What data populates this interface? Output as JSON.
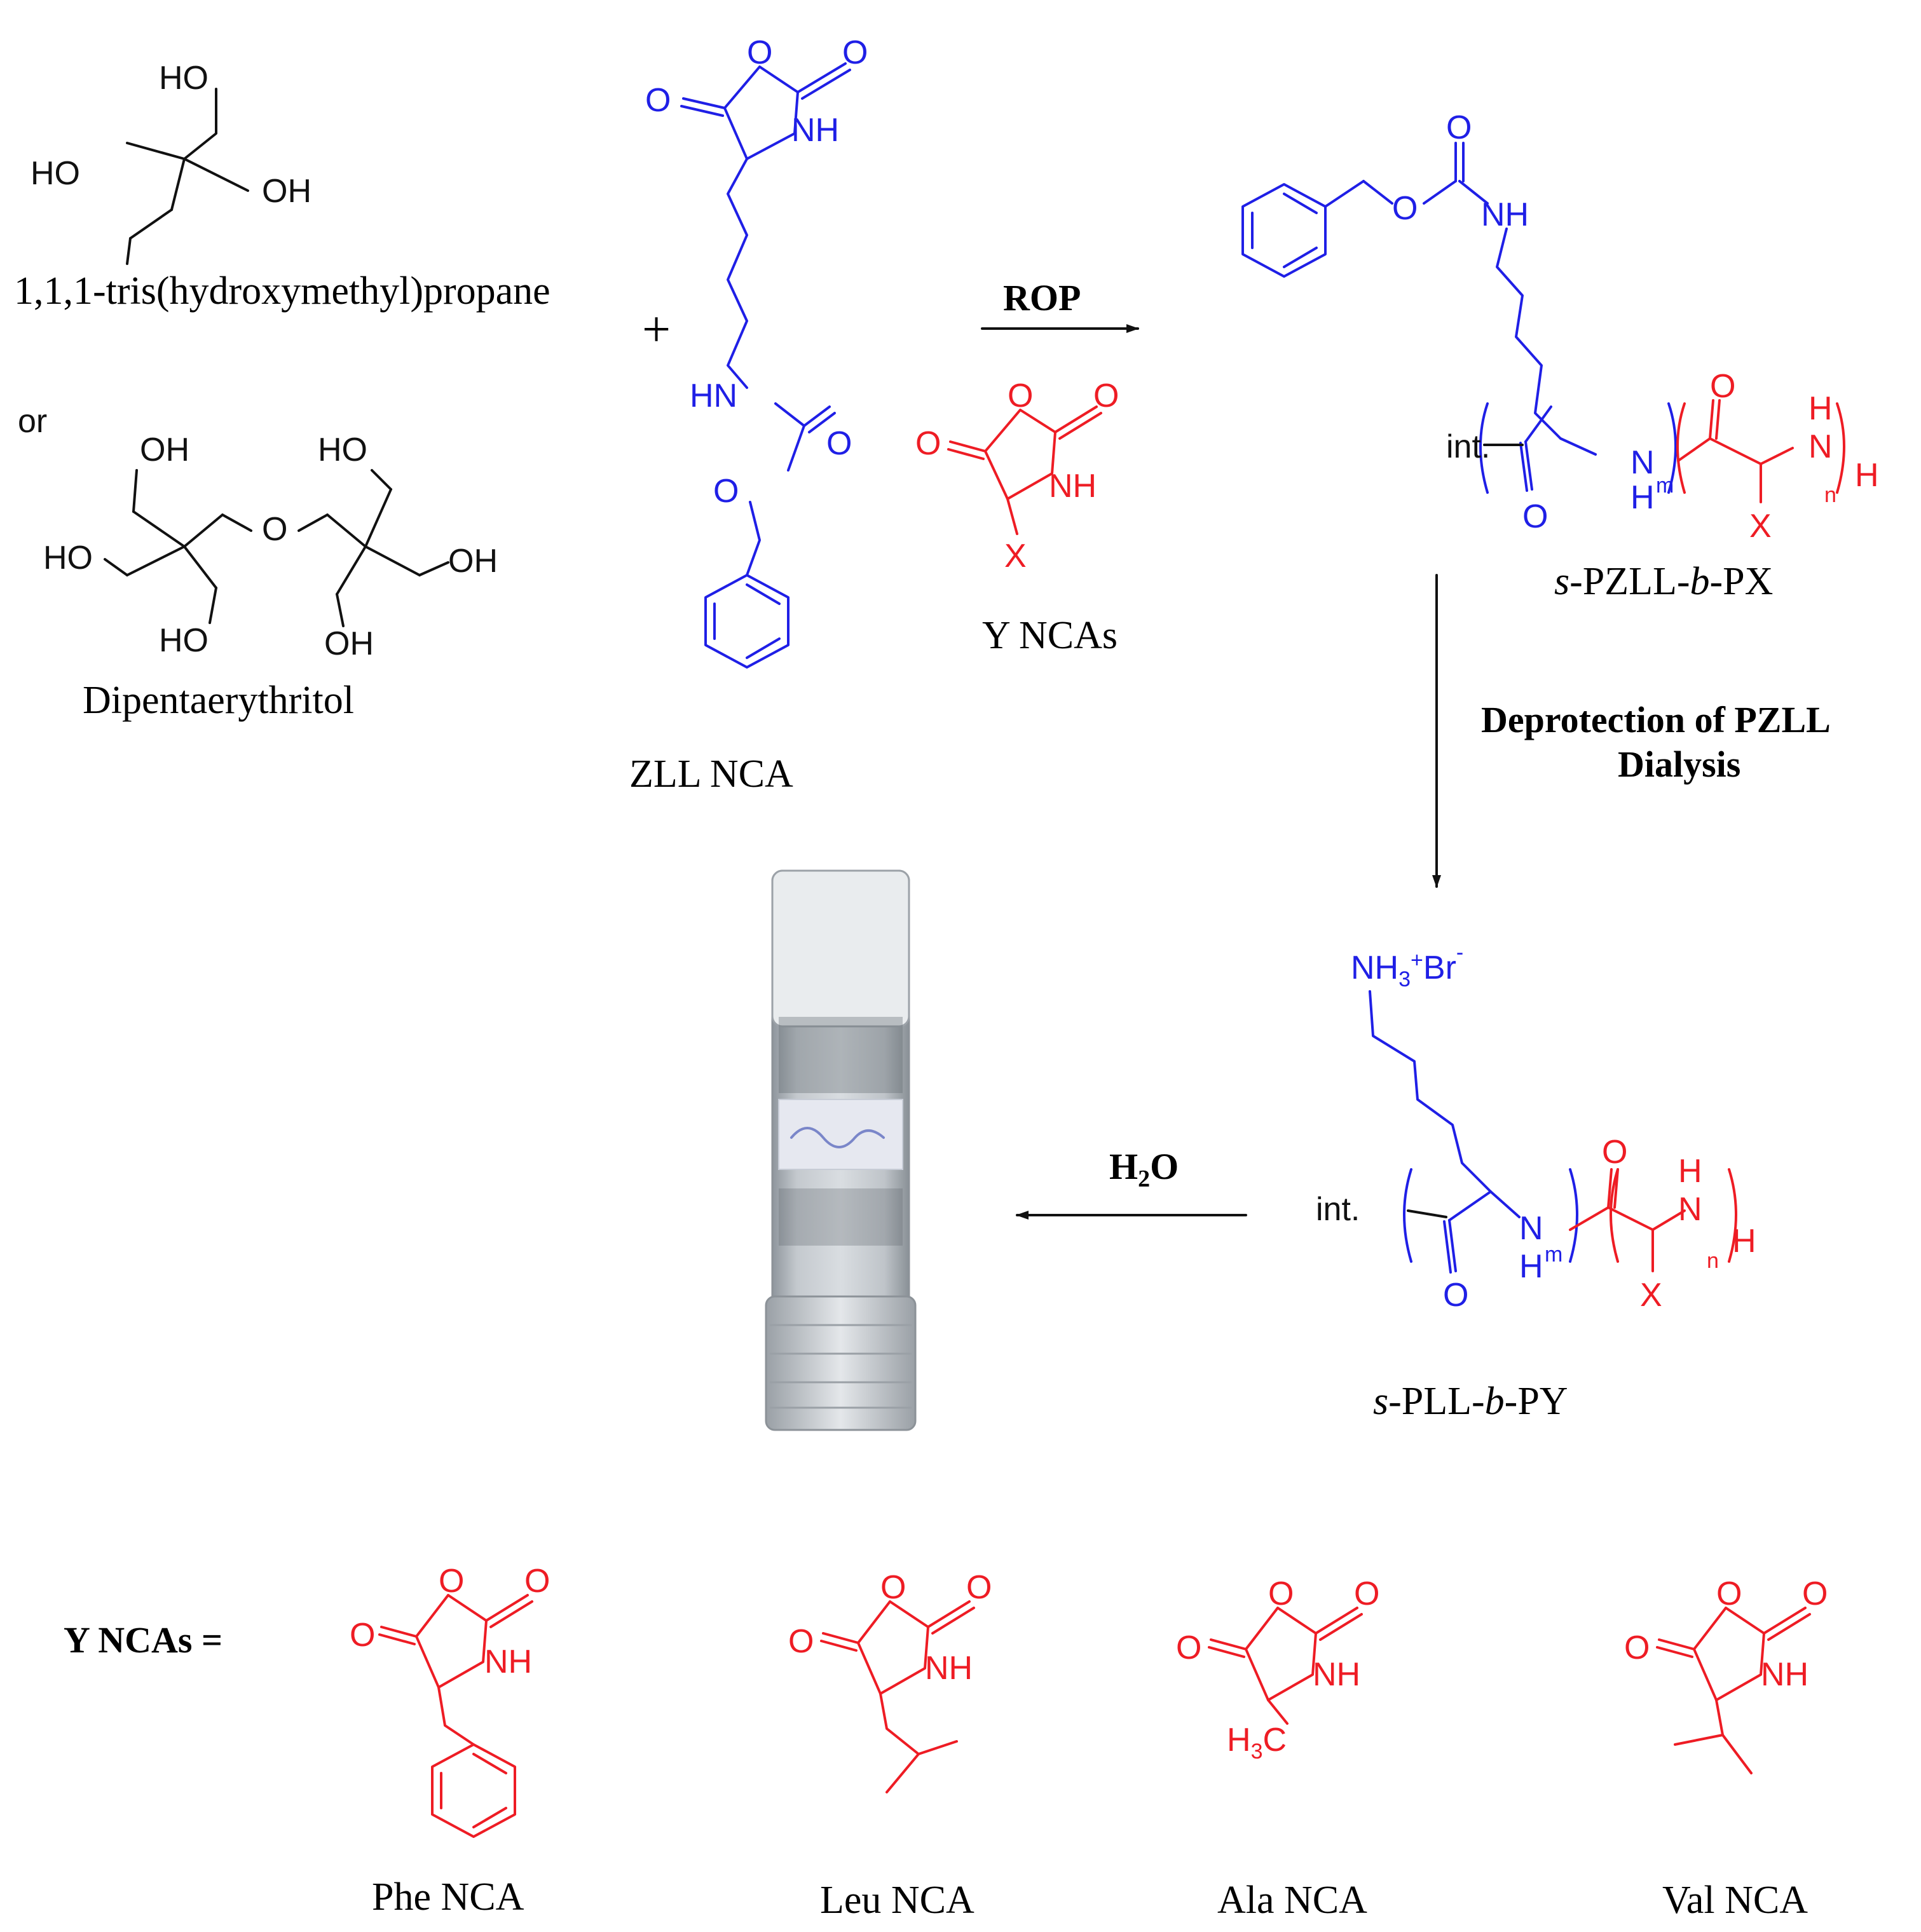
{
  "reagents": {
    "initiator_1_name": "1,1,1-tris(hydroxymethyl)propane",
    "or_label": "or",
    "initiator_2_name": "Dipentaerythritol",
    "plus_sign": "+",
    "zll_nca_name": "ZLL NCA",
    "y_ncas_name": "Y NCAs"
  },
  "atoms": {
    "ho": "HO",
    "oh": "OH",
    "o": "O",
    "nh": "NH",
    "hn": "HN",
    "n": "N",
    "h": "H",
    "x": "X",
    "int": "int.",
    "m": "m",
    "n_sub": "n",
    "nh3": "NH",
    "sub3": "3",
    "plus_sup": "+",
    "br": "Br",
    "minus_sup": "-",
    "h3c_h": "H",
    "h3c_3": "3",
    "h3c_c": "C"
  },
  "steps": {
    "rop": "ROP",
    "deprotection_line1": "Deprotection of PZLL",
    "deprotection_line2": "Dialysis",
    "h2o_h": "H",
    "h2o_2": "2",
    "h2o_o": "O"
  },
  "products": {
    "protected_italic_s": "s",
    "protected_mid": "-PZLL-",
    "protected_italic_b": "b",
    "protected_end": "-PX",
    "deprotected_italic_s": "s",
    "deprotected_mid": "-PLL-",
    "deprotected_italic_b": "b",
    "deprotected_end": "-PY"
  },
  "legend": {
    "y_ncas_equals": "Y NCAs =",
    "phe": "Phe NCA",
    "leu": "Leu NCA",
    "ala": "Ala NCA",
    "val": "Val NCA"
  },
  "colors": {
    "initiator": "#111111",
    "lysine_block": "#1f1fe6",
    "y_block": "#ee1c24"
  }
}
